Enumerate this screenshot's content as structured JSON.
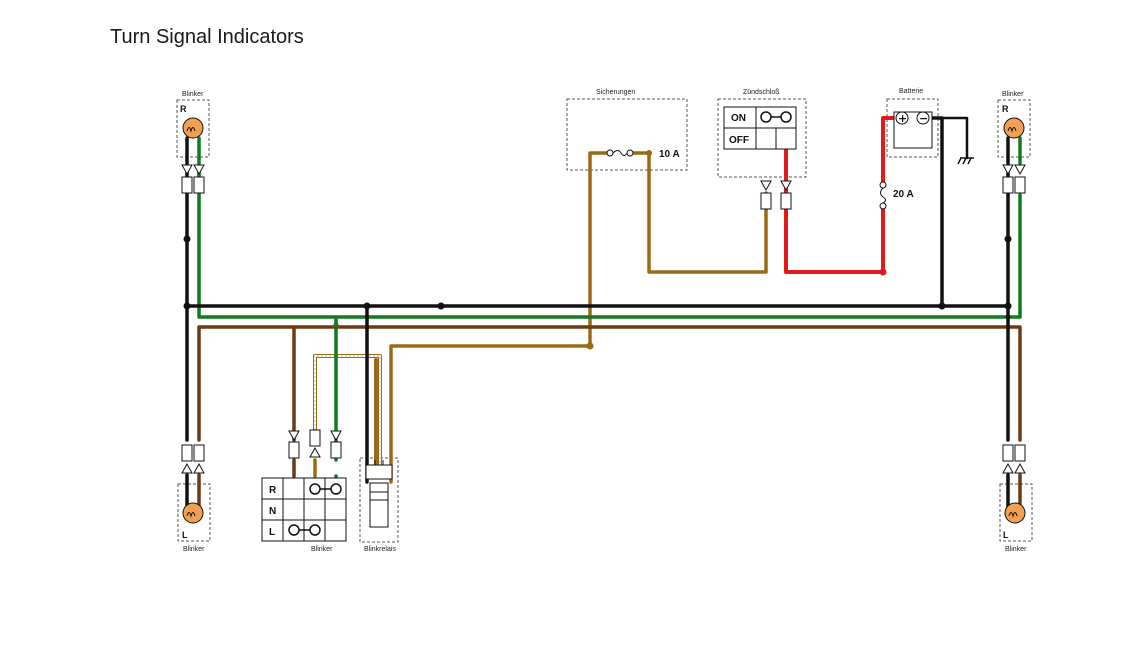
{
  "title": "Turn Signal Indicators",
  "components": {
    "blinker_fr": {
      "label": "Blinker",
      "letter": "R"
    },
    "blinker_rr": {
      "label": "Blinker",
      "letter": "R"
    },
    "blinker_fl": {
      "label": "Blinker",
      "letter": "L"
    },
    "blinker_rl": {
      "label": "Blinker",
      "letter": "L"
    },
    "fuses": {
      "label": "Sicherungen",
      "rating": "10 A"
    },
    "ignition": {
      "label": "Zündschloß",
      "on": "ON",
      "off": "OFF"
    },
    "battery": {
      "label": "Batterie",
      "plus": "+",
      "minus": "−",
      "fuse_rating": "20 A"
    },
    "switch": {
      "label": "Blinker",
      "r": "R",
      "n": "N",
      "l": "L"
    },
    "relay": {
      "label": "Blinkrelais"
    }
  },
  "wire_colors": {
    "black": "#111111",
    "green": "#137a22",
    "brown": "#6b3a12",
    "orange_brown": "#9b6a17",
    "red": "#e11b1b",
    "lamp": "#f0a050"
  }
}
